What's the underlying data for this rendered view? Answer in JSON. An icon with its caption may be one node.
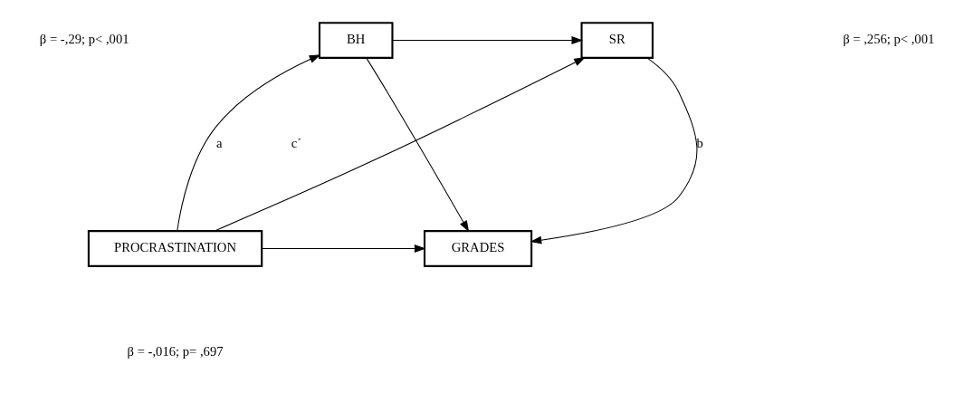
{
  "diagram": {
    "nodes": [
      {
        "text": [
          "BH"
        ]
      },
      {
        "text": [
          "SR"
        ]
      },
      {
        "text": [
          "PROCRASTINATION"
        ]
      },
      {
        "text": [
          "GRADES"
        ]
      }
    ],
    "edges": [
      {
        "from": 0,
        "to": 1,
        "arrow": "to"
      },
      {
        "from": 2,
        "to": 0,
        "arrow": "to",
        "label": "a"
      },
      {
        "from": 2,
        "to": 1,
        "arrow": "to"
      },
      {
        "from": 0,
        "to": 3,
        "arrow": "to"
      },
      {
        "from": 1,
        "to": 3,
        "arrow": "to",
        "label": "b"
      },
      {
        "from": 2,
        "to": 3,
        "arrow": "to"
      }
    ],
    "labels": [
      "β = -,29; p< ,001",
      "β = ,256; p< ,001",
      "c´",
      "β = -,016; p= ,697"
    ]
  }
}
